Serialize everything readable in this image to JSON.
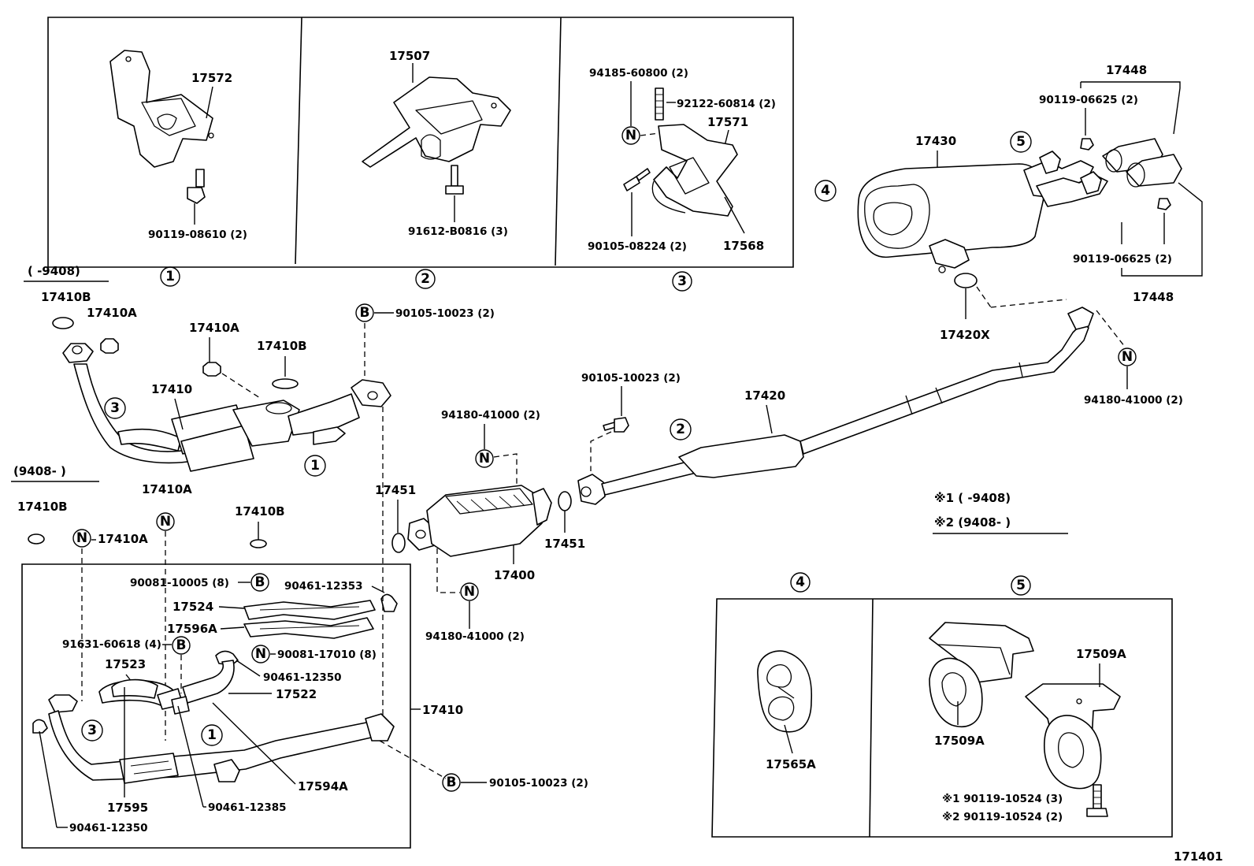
{
  "panels": {
    "p1": {
      "badge": "1",
      "part": "17572",
      "bolt": "90119-08610 (2)"
    },
    "p2": {
      "badge": "2",
      "part": "17507",
      "bolt": "91612-B0816 (3)"
    },
    "p3": {
      "badge": "3",
      "bolt_top": "94185-60800 (2)",
      "stud": "92122-60814 (2)",
      "part": "17571",
      "bolt_bottom": "90105-08224 (2)",
      "bracket": "17568"
    },
    "p4": {
      "badge": "4",
      "part": "17565A"
    },
    "p5": {
      "badge": "5",
      "hanger_left": "17509A",
      "hanger_right": "17509A",
      "note1": "※1 90119-10524 (3)",
      "note2": "※2 90119-10524 (2)"
    }
  },
  "upper_pipe": {
    "range": "(     -9408)",
    "gasket_b": "17410B",
    "gasket_a": "17410A",
    "gasket_a2": "17410A",
    "gasket_b2": "17410B",
    "pipe": "17410",
    "bolt_b": "90105-10023 (2)",
    "circle3": "3",
    "circle1": "1",
    "b_marker": "B"
  },
  "lower_pipe": {
    "range": "(9408-      )",
    "gasket_b": "17410B",
    "gasket_a": "17410A",
    "gasket_b2": "17410B",
    "n_gasket_a": "17410A",
    "bolt_b_note": "90081-10005 (8)",
    "clamp": "90461-12353",
    "heat_ins": "17524",
    "heat_ins_2": "17596A",
    "stud": "91631-60618 (4)",
    "nut": "90081-17010 (8)",
    "clamp2": "90461-12350",
    "shield": "17523",
    "pipe_part": "17522",
    "assembly": "17410",
    "circle3": "3",
    "circle1": "1",
    "pipe_a": "17594A",
    "sub_pipe": "17595",
    "clamp3": "90461-12385",
    "clamp4": "90461-12350",
    "bolt_b": "90105-10023 (2)",
    "b_marker": "B",
    "n_marker": "N"
  },
  "converter": {
    "gasket_left": "17451",
    "nut_top": "94180-41000 (2)",
    "part": "17400",
    "nut_bottom": "94180-41000 (2)",
    "gasket_right": "17451"
  },
  "center_pipe": {
    "bolt": "90105-10023 (2)",
    "circle2": "2",
    "part": "17420"
  },
  "tail": {
    "muffler": "17430",
    "circle4": "4",
    "circle5": "5",
    "tip": "17448",
    "tip_bolt": "90119-06625 (2)",
    "tip_bolt2": "90119-06625 (2)",
    "tip2": "17448",
    "gasket": "17420X",
    "nut": "94180-41000 (2)"
  },
  "legend": {
    "note1": "※1 (      -9408)",
    "note2": "※2 (9408-       )"
  },
  "footer": {
    "diagram_code": "171401"
  }
}
